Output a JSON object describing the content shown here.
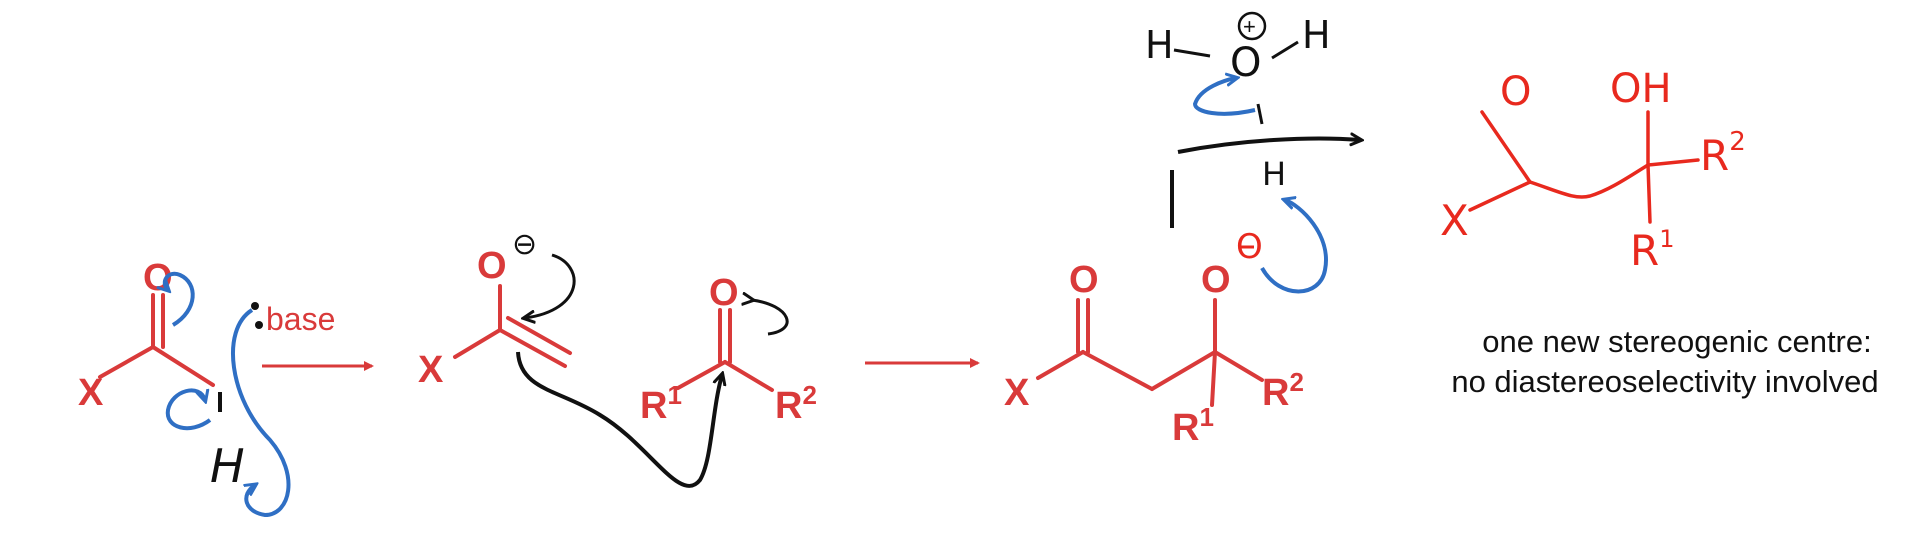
{
  "colors": {
    "red": "#d93a3a",
    "blue": "#2f6fc4",
    "black": "#111111",
    "hand_red": "#e8291e"
  },
  "reactant": {
    "o": "O",
    "x": "X",
    "h": "H"
  },
  "base_label": "base",
  "enolate": {
    "o": "O",
    "charge": "⊖",
    "x": "X"
  },
  "ketone": {
    "o": "O",
    "r1": "R",
    "r1_sup": "1",
    "r2": "R",
    "r2_sup": "2"
  },
  "product": {
    "o1": "O",
    "o2": "O",
    "x": "X",
    "r1": "R",
    "r1_sup": "1",
    "r2": "R",
    "r2_sup": "2",
    "o_minus": "O"
  },
  "hydronium": {
    "h_left": "H",
    "o": "O",
    "h_right": "H",
    "plus": "+",
    "h_transfer": "H"
  },
  "sketch_product": {
    "o": "O",
    "oh": "OH",
    "x": "X",
    "r2": "R",
    "r2_sup": "2",
    "r1": "R",
    "r1_sup": "1"
  },
  "note": {
    "line1": "one new stereogenic centre:",
    "line2": "no diastereoselectivity involved"
  }
}
